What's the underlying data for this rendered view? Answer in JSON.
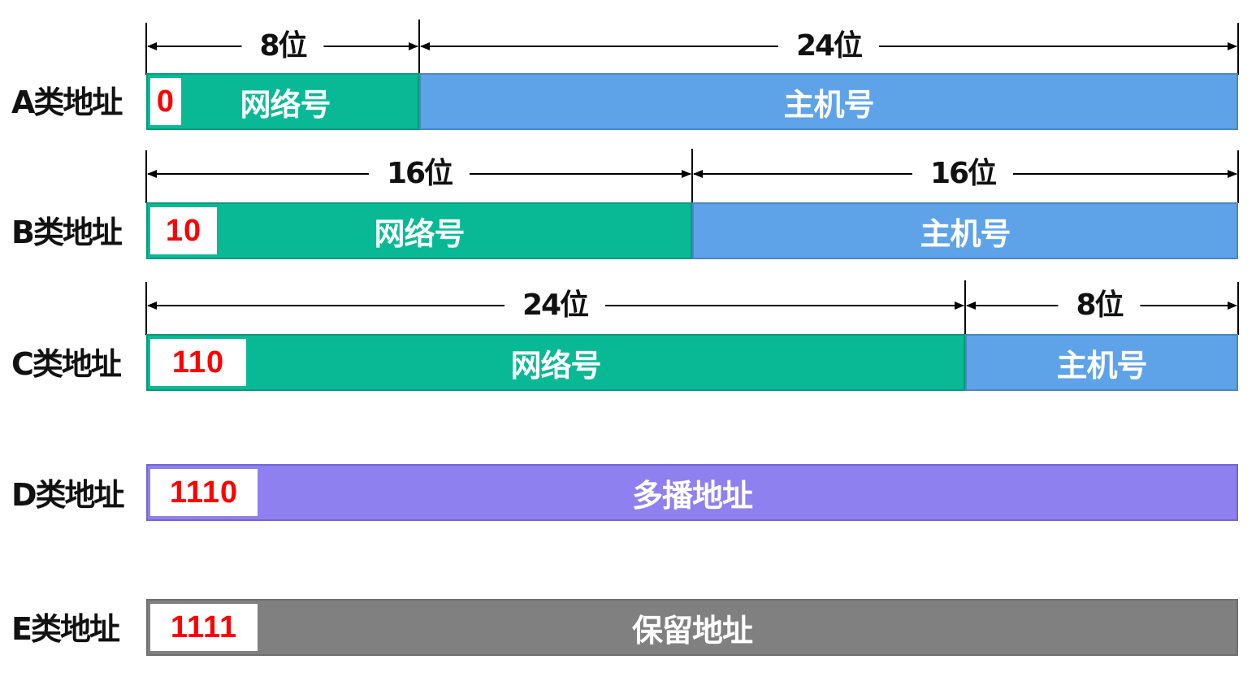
{
  "class_a": {
    "label": "A类地址",
    "prefix": "0",
    "net_width_label": "8位",
    "host_width_label": "24位",
    "net_text": "网络号",
    "host_text": "主机号"
  },
  "class_b": {
    "label": "B类地址",
    "prefix": "10",
    "net_width_label": "16位",
    "host_width_label": "16位",
    "net_text": "网络号",
    "host_text": "主机号"
  },
  "class_c": {
    "label": "C类地址",
    "prefix": "110",
    "net_width_label": "24位",
    "host_width_label": "8位",
    "net_text": "网络号",
    "host_text": "主机号"
  },
  "class_d": {
    "label": "D类地址",
    "prefix": "1110",
    "text": "多播地址"
  },
  "class_e": {
    "label": "E类地址",
    "prefix": "1111",
    "text": "保留地址"
  },
  "colors": {
    "network": "#09b996",
    "host": "#5ea3e8",
    "multicast": "#8f80ef",
    "reserved": "#808080",
    "prefix_text": "#ff0000"
  }
}
